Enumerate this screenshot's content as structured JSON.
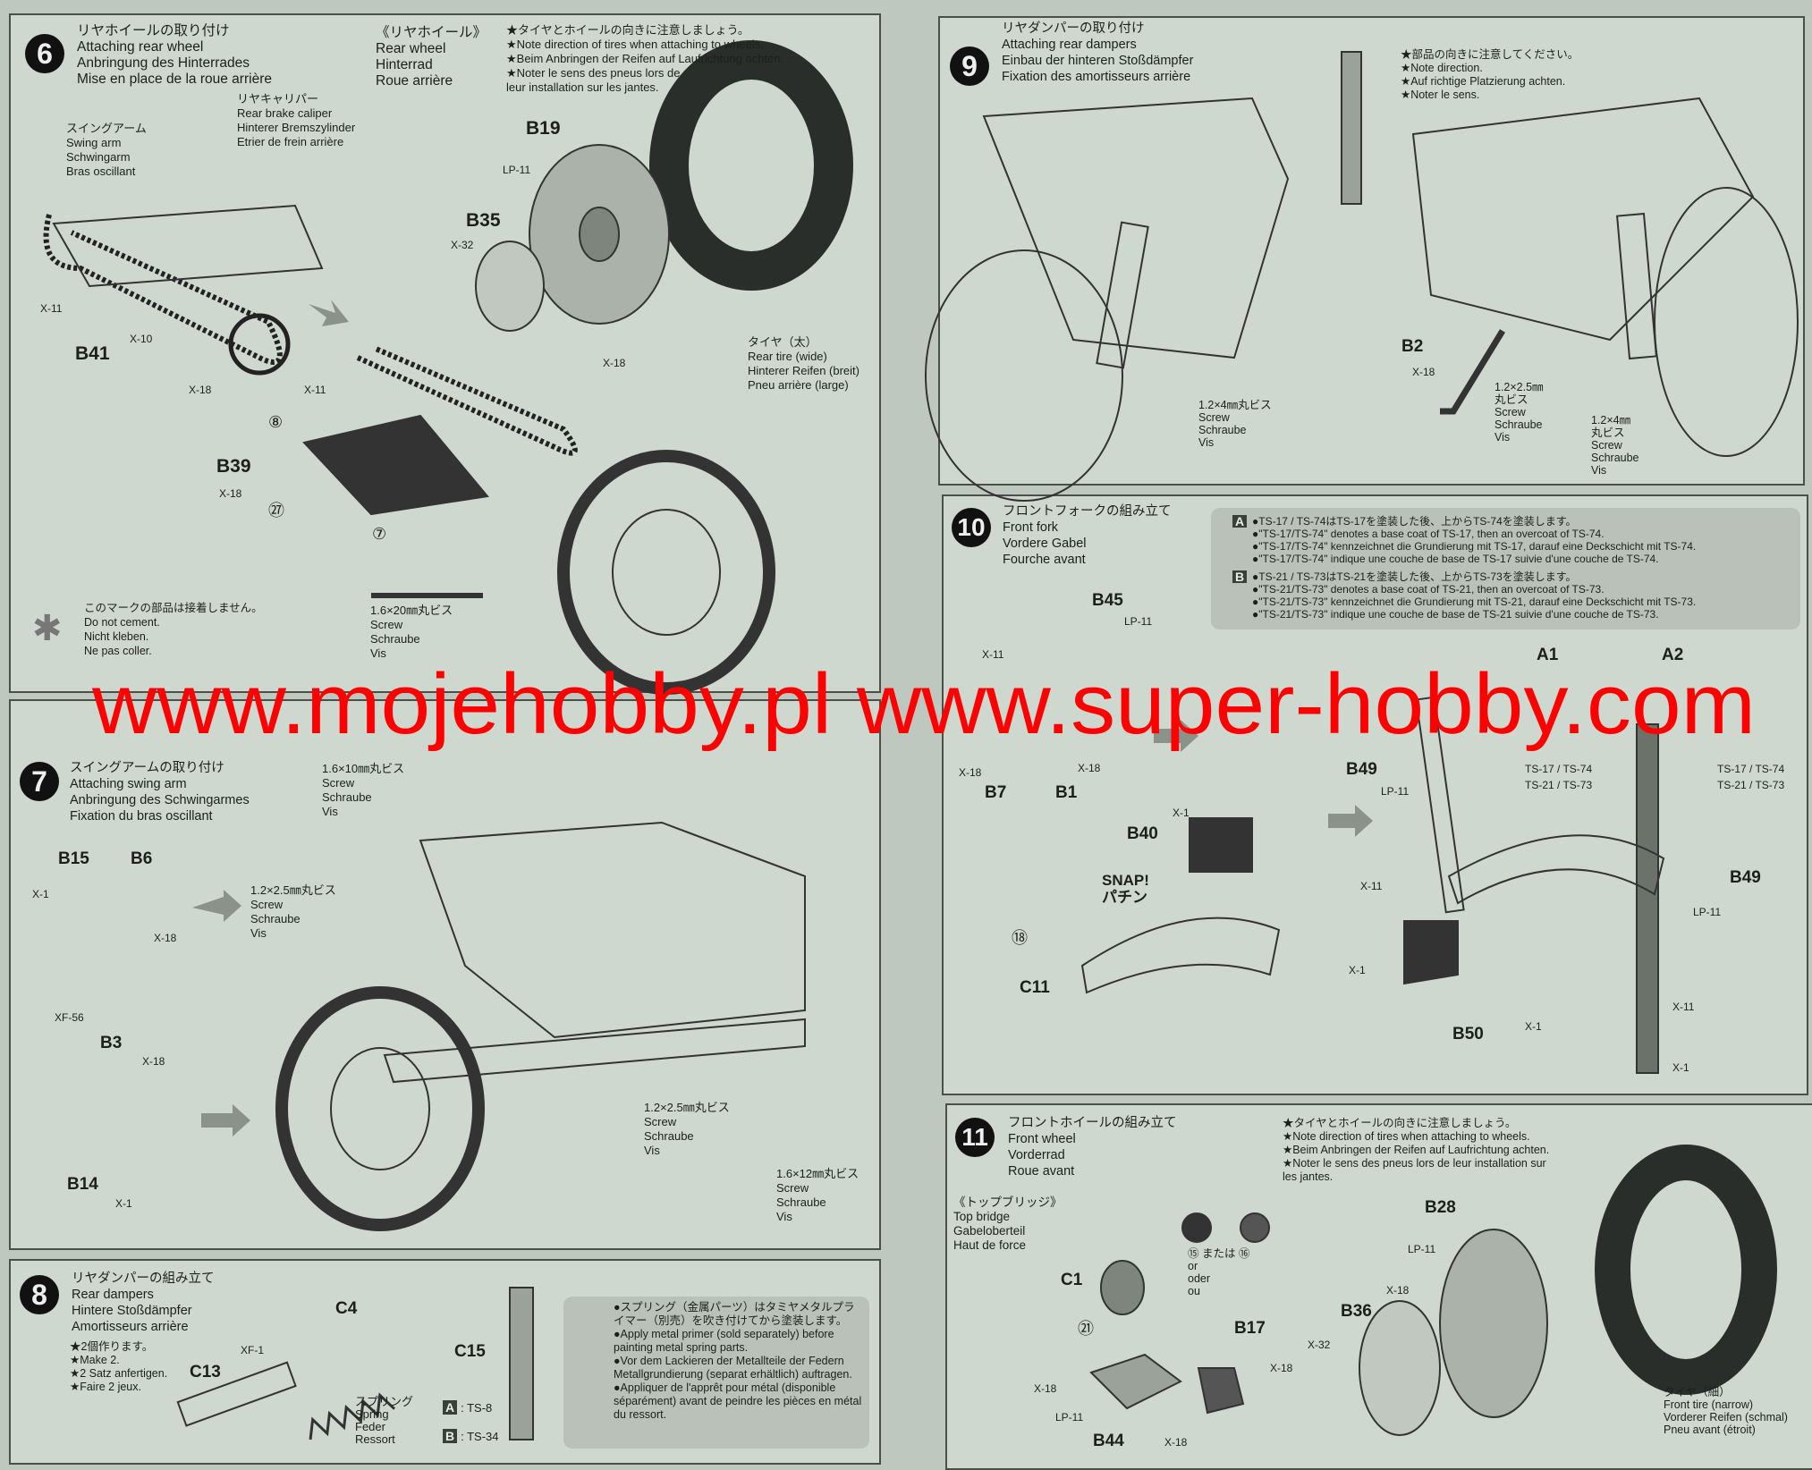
{
  "step6": {
    "number": "6",
    "title": "リヤホイールの取り付け\nAttaching rear wheel\nAnbringung des Hinterrades\nMise en place de la roue arrière",
    "rear_wheel": "《リヤホイール》\nRear wheel\nHinterrad\nRoue arrière",
    "note": "★タイヤとホイールの向きに注意しましょう。\n★Note direction of tires when attaching to wheels.\n★Beim Anbringen der Reifen auf Laufrichtung achten.\n★Noter le sens des pneus lors de\nleur installation sur les jantes.",
    "caliper": "リヤキャリパー\nRear brake caliper\nHinterer Bremszylinder\nEtrier de frein arrière",
    "swing_arm": "スイングアーム\nSwing arm\nSchwingarm\nBras oscillant",
    "tire": "タイヤ（太）\nRear tire (wide)\nHinterer Reifen (breit)\nPneu arrière (large)",
    "screw": "1.6×20㎜丸ビス\n          Screw\n          Schraube\n          Vis",
    "no_cement": "このマークの部品は接着しません。\nDo not cement.\nNicht kleben.\nNe pas coller.",
    "parts": [
      "B19",
      "LP-11",
      "B35",
      "X-32",
      "X-18",
      "B41",
      "X-11",
      "X-10",
      "X-18",
      "X-11",
      "B39",
      "X-18"
    ],
    "callouts": [
      "⑧",
      "㉗",
      "⑦"
    ]
  },
  "step7": {
    "number": "7",
    "title": "スイングアームの取り付け\nAttaching swing arm\nAnbringung des Schwingarmes\nFixation du bras oscillant",
    "screw_a": "1.6×10㎜丸ビス\n      Screw\n      Schraube\n      Vis",
    "screw_b": "1.2×2.5㎜丸ビス\n      Screw\n      Schraube\n      Vis",
    "screw_c": "1.2×2.5㎜丸ビス\n      Screw\n      Schraube\n      Vis",
    "screw_d": "1.6×12㎜丸ビス\n      Screw\n      Schraube\n      Vis",
    "parts": [
      "B15",
      "B6",
      "X-1",
      "X-18",
      "XF-56",
      "B3",
      "X-18",
      "B14",
      "X-1"
    ]
  },
  "step8": {
    "number": "8",
    "title": "リヤダンパーの組み立て\nRear dampers\nHintere Stoßdämpfer\nAmortisseurs arrière",
    "make": "★2個作ります。\n★Make 2.\n★2 Satz anfertigen.\n★Faire 2 jeux.",
    "spring": "スプリング\nSpring\nFeder\nRessort",
    "paint_a_letter": "A",
    "paint_a": ": TS-8",
    "paint_b_letter": "B",
    "paint_b": ": TS-34",
    "primer_note": "●スプリング（金属パーツ）はタミヤメタルプライマー（別売）を吹き付けてから塗装します。\n●Apply metal primer (sold separately) before painting metal spring parts.\n●Vor dem Lackieren der Metallteile der Federn Metallgrundierung (separat erhältlich) auftragen.\n●Appliquer de l'apprêt pour métal (disponible séparément) avant de peindre les pièces en métal du ressort.",
    "parts": [
      "C4",
      "C15",
      "C13",
      "XF-1"
    ]
  },
  "step9": {
    "number": "9",
    "title": "リヤダンパーの取り付け\nAttaching rear dampers\nEinbau der hinteren Stoßdämpfer\nFixation des amortisseurs arrière",
    "note": "★部品の向きに注意してください。\n★Note direction.\n★Auf richtige Platzierung achten.\n★Noter le sens.",
    "screw_a": "1.2×4㎜丸ビス\n          Screw\n          Schraube\n          Vis",
    "screw_b": "1.2×2.5㎜\n丸ビス\nScrew\nSchraube\nVis",
    "screw_c": "1.2×4㎜\n丸ビス\nScrew\nSchraube\nVis",
    "parts": [
      "B2",
      "X-18"
    ]
  },
  "step10": {
    "number": "10",
    "title": "フロントフォークの組み立て\nFront fork\nVordere Gabel\nFourche avant",
    "paint_a_letter": "A",
    "paint_a": "●TS-17 / TS-74はTS-17を塗装した後、上からTS-74を塗装します。\n●\"TS-17/TS-74\" denotes a base coat of TS-17, then an overcoat of TS-74.\n●\"TS-17/TS-74\" kennzeichnet die Grundierung mit TS-17, darauf eine Deckschicht mit TS-74.\n●\"TS-17/TS-74\" indique une couche de base de TS-17 suivie d'une couche de TS-74.",
    "paint_b_letter": "B",
    "paint_b": "●TS-21 / TS-73はTS-21を塗装した後、上からTS-73を塗装します。\n●\"TS-21/TS-73\" denotes a base coat of TS-21, then an overcoat of TS-73.\n●\"TS-21/TS-73\" kennzeichnet die Grundierung mit TS-21, darauf eine Deckschicht mit TS-73.\n●\"TS-21/TS-73\" indique une couche de base de TS-21 suivie d'une couche de TS-73.",
    "snap": "SNAP!\nパチン",
    "a1_a": "TS-17 / TS-74",
    "a1_b": "TS-21 / TS-73",
    "a2_a": "TS-17 / TS-74",
    "a2_b": "TS-21 / TS-73",
    "callout": "⑱",
    "parts": [
      "B45",
      "LP-11",
      "X-11",
      "X-18",
      "B7",
      "B1",
      "X-18",
      "B40",
      "X-1",
      "C11",
      "A1",
      "B49",
      "LP-11",
      "A2",
      "B49",
      "LP-11",
      "X-11",
      "X-1",
      "B50",
      "X-1",
      "X-11",
      "X-1"
    ]
  },
  "step11": {
    "number": "11",
    "title": "フロントホイールの組み立て\nFront wheel\nVorderrad\nRoue avant",
    "note": "★タイヤとホイールの向きに注意しましょう。\n★Note direction of tires when attaching to wheels.\n★Beim Anbringen der Reifen auf Laufrichtung achten.\n★Noter le sens des pneus lors de leur installation sur\nles jantes.",
    "top_bridge": "《トップブリッジ》\nTop bridge\nGabeloberteil\nHaut de force",
    "decal_choice": "⑮ または ⑯\n   or\n   oder\n   ou",
    "callout": "㉑",
    "tire": "タイヤ（細）\nFront tire (narrow)\nVorderer Reifen (schmal)\nPneu avant (étroit)",
    "parts": [
      "C1",
      "B17",
      "X-18",
      "X-18",
      "LP-11",
      "B44",
      "X-18",
      "B28",
      "LP-11",
      "X-18",
      "B36",
      "X-32"
    ]
  },
  "watermark": "www.mojehobby.pl www.super-hobby.com",
  "colors": {
    "watermark": "#ff0000",
    "paper": "#cfd8cf",
    "ink": "#1c1f1c",
    "tire": "#2a2e2a"
  }
}
